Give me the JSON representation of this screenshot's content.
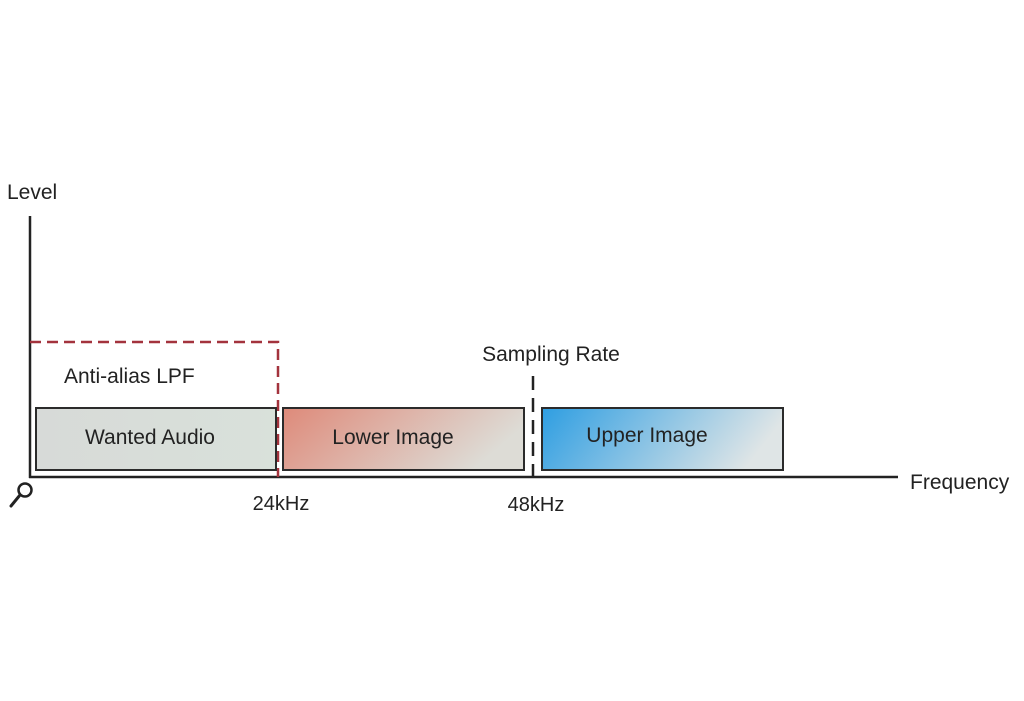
{
  "axes": {
    "y_label": "Level",
    "x_label": "Frequency"
  },
  "bands": [
    {
      "label": "Wanted Audio"
    },
    {
      "label": "Lower Image"
    },
    {
      "label": "Upper Image"
    }
  ],
  "filter": {
    "label": "Anti-alias LPF",
    "color": "#a3333d"
  },
  "markers": {
    "cutoff": "24kHz",
    "sampling": "48kHz",
    "sampling_title": "Sampling Rate"
  },
  "colors": {
    "axis": "#222222",
    "band_outline": "#2b2b2b",
    "wanted": "#d7dcd9",
    "lower_start": "#de8c7c",
    "lower_end": "#dcdad4",
    "upper_start": "#2f9fe2",
    "upper_end": "#d9e2e6"
  }
}
